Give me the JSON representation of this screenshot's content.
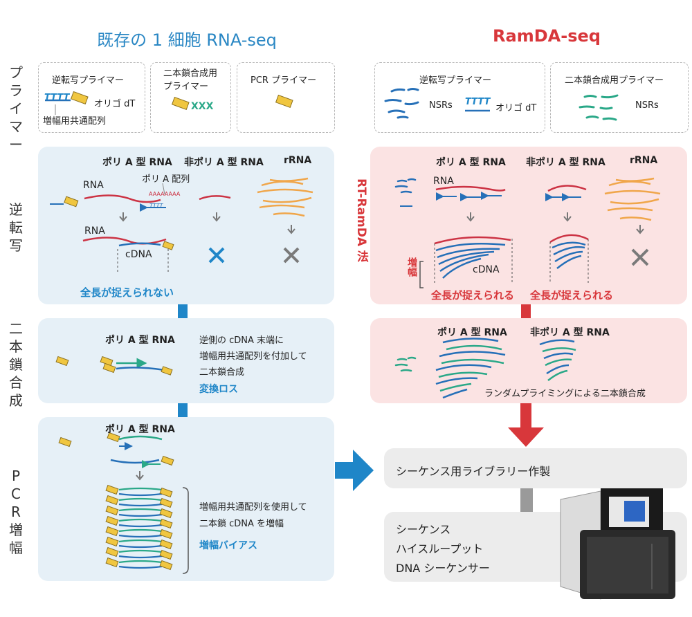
{
  "titles": {
    "left": "既存の 1 細胞 RNA-seq",
    "right": "RamDA-seq"
  },
  "row_labels": {
    "primer": [
      "プ",
      "ラ",
      "イ",
      "マ",
      "ー"
    ],
    "rt": [
      "逆",
      "転",
      "写"
    ],
    "ds": [
      "二",
      "本",
      "鎖",
      "合",
      "成"
    ],
    "pcr": [
      "P",
      "C",
      "R",
      "増",
      "幅"
    ]
  },
  "left_primers": {
    "box1_title": "逆転写プライマー",
    "tttt": "TTTT",
    "oligo_dt": "オリゴ dT",
    "common_seq": "増幅用共通配列",
    "box2_title_1": "二本鎖合成用",
    "box2_title_2": "プライマー",
    "xxx": "XXX",
    "box3_title": "PCR プライマー"
  },
  "right_primers": {
    "box1_title": "逆転写プライマー",
    "nsrs": "NSRs",
    "tttt": "TTTT",
    "oligo_dt": "オリゴ dT",
    "box2_title": "二本鎖合成用プライマー",
    "nsrs2": "NSRs"
  },
  "left_rt": {
    "col_polya": "ポリ A 型 RNA",
    "col_nonpolya": "非ポリ A 型 RNA",
    "col_rrna": "rRNA",
    "rna": "RNA",
    "polya_seq": "ポリ A 配列",
    "aaaa": "AAAAAAAA",
    "tttt": "TTTT",
    "rna2": "RNA",
    "cdna": "cDNA",
    "result": "全長が捉えられない"
  },
  "right_rt": {
    "method": "RT-RamDA 法",
    "col_polya": "ポリ A 型 RNA",
    "col_nonpolya": "非ポリ A 型 RNA",
    "col_rrna": "rRNA",
    "rna": "RNA",
    "amp": "増幅",
    "cdna": "cDNA",
    "result1": "全長が捉えられる",
    "result2": "全長が捉えられる"
  },
  "left_ds": {
    "col_polya": "ポリ A 型 RNA",
    "desc_1": "逆側の cDNA 末端に",
    "desc_2": "増幅用共通配列を付加して",
    "desc_3": "二本鎖合成",
    "loss": "変換ロス"
  },
  "right_ds": {
    "col_polya": "ポリ A 型 RNA",
    "col_nonpolya": "非ポリ A 型 RNA",
    "desc": "ランダムプライミングによる二本鎖合成"
  },
  "left_pcr": {
    "col_polya": "ポリ A 型 RNA",
    "desc_1": "増幅用共通配列を使用して",
    "desc_2": "二本鎖 cDNA を増幅",
    "bias": "増幅バイアス"
  },
  "right_flow": {
    "library": "シーケンス用ライブラリー作製",
    "seq_1": "シーケンス",
    "seq_2": "ハイスループット",
    "seq_3": "DNA シーケンサー"
  },
  "colors": {
    "blue": "#1f86c8",
    "red": "#d8373b",
    "rna_red": "#cc3344",
    "cdna_blue": "#2670b8",
    "green": "#2aa888",
    "gold": "#f0c640",
    "orange": "#f0a64a"
  }
}
